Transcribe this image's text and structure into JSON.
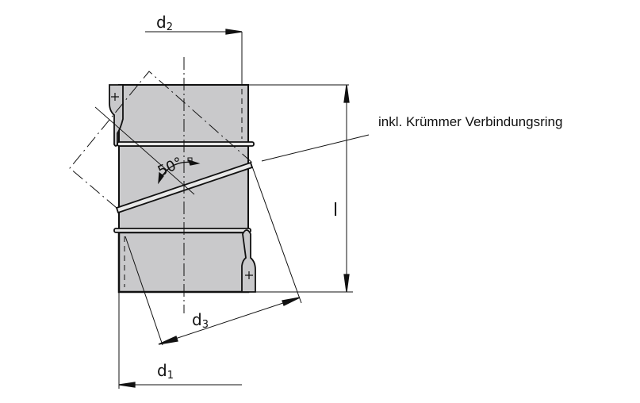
{
  "labels": {
    "d1": "d",
    "d1_sub": "1",
    "d2": "d",
    "d2_sub": "2",
    "d3": "d",
    "d3_sub": "3",
    "length": "l",
    "angle": "50°",
    "note": "inkl. Krümmer Verbindungsring"
  },
  "colors": {
    "body": "#c9c9cb",
    "line": "#111111"
  }
}
